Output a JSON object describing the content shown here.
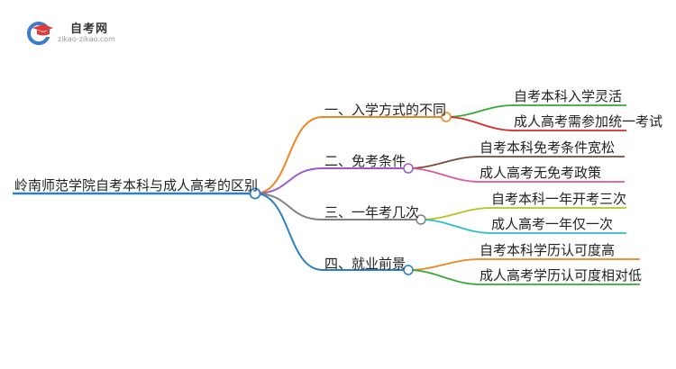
{
  "logo": {
    "title": "自考网",
    "url": "zikao-zikao.com",
    "icon": "graduation-cap-icon"
  },
  "mindmap": {
    "root": "岭南师范学院自考本科与成人高考的区别",
    "branches": [
      {
        "label": "一、入学方式的不同",
        "color": "#F0861E",
        "children": [
          "自考本科入学灵活",
          "成人高考需参加统一考试"
        ],
        "child_colors": [
          "#37A834",
          "#D42A2A"
        ]
      },
      {
        "label": "二、免考条件",
        "color": "#9B59D0",
        "children": [
          "自考本科免考条件宽松",
          "成人高考无免考政策"
        ],
        "child_colors": [
          "#7A4A3A",
          "#E0559A"
        ]
      },
      {
        "label": "三、一年考几次",
        "color": "#808080",
        "children": [
          "自考本科一年开考三次",
          "成人高考一年仅一次"
        ],
        "child_colors": [
          "#B8C21E",
          "#2ABFCF"
        ]
      },
      {
        "label": "四、就业前景",
        "color": "#2C7FC4",
        "children": [
          "自考本科学历认可度高",
          "成人高考学历认可度相对低"
        ],
        "child_colors": [
          "#F0861E",
          "#37A834"
        ]
      }
    ]
  }
}
